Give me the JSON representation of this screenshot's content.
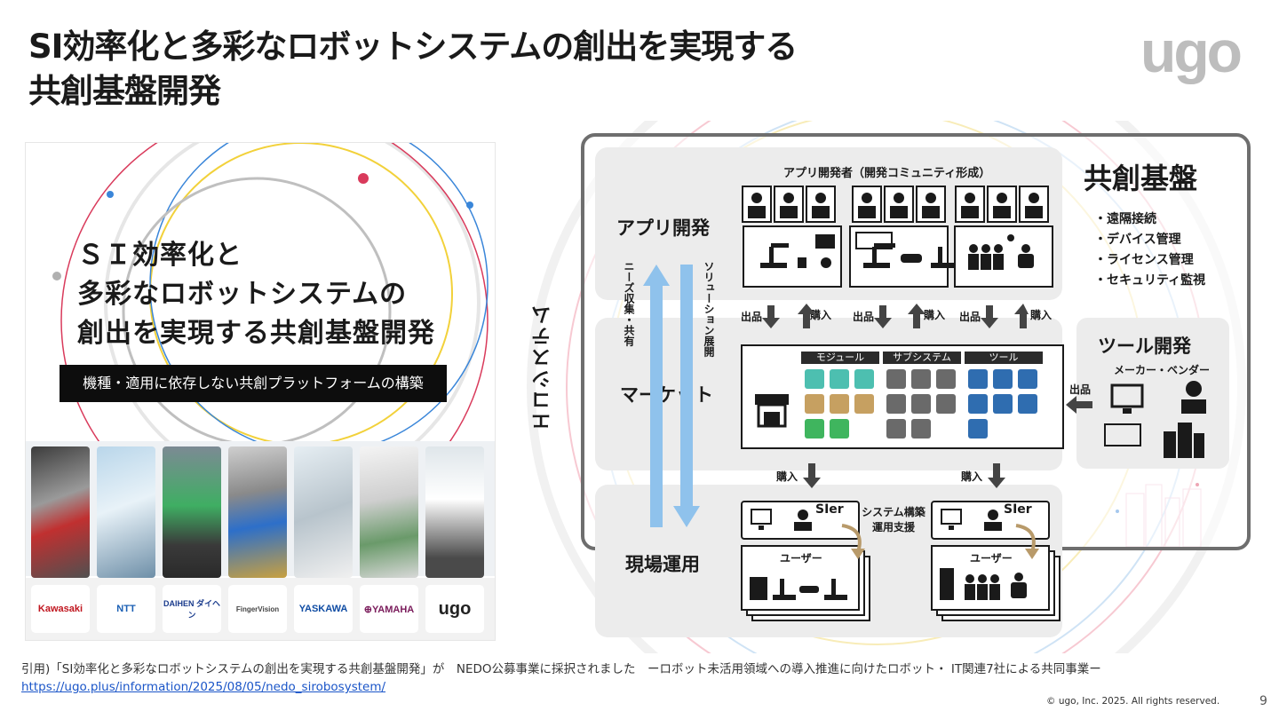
{
  "slide": {
    "title_line1": "SI効率化と多彩なロボットシステムの創出を実現する",
    "title_line2": "共創基盤開発",
    "logo": "ugo",
    "page_number": "9",
    "copyright": "© ugo, Inc. 2025. All rights reserved."
  },
  "left_panel": {
    "heading_line1": "ＳＩ効率化と",
    "heading_line2": "多彩なロボットシステムの",
    "heading_line3": "創出を実現する共創基盤開発",
    "subtitle": "機種・適用に依存しない共創プラットフォームの構築",
    "partner_logos": [
      "Kawasaki",
      "NTT",
      "DAIHEN ダイヘン",
      "FingerVision",
      "YASKAWA",
      "⊕YAMAHA",
      "ugo"
    ]
  },
  "diagram": {
    "ecosystem_label": "エコシステム",
    "kyoso_title": "共創基盤",
    "kyoso_items": [
      "・遠隔接続",
      "・デバイス管理",
      "・ライセンス管理",
      "・セキュリティ監視"
    ],
    "app_dev_label": "アプリ開発",
    "app_dev_header": "アプリ開発者（開発コミュニティ形成）",
    "needs_label": "ニーズ収集・共有",
    "solution_label": "ソリューション展開",
    "market_label": "マーケット",
    "field_label": "現場運用",
    "sell": "出品",
    "buy": "購入",
    "market_columns": [
      "モジュール",
      "サブシステム",
      "ツール"
    ],
    "tool_dev_label": "ツール開発",
    "tool_dev_sub": "メーカー・ベンダー",
    "sier": "SIer",
    "user": "ユーザー",
    "system_build_line1": "システム構築",
    "system_build_line2": "運用支援"
  },
  "citation": {
    "text": "引用)「SI効率化と多彩なロボットシステムの創出を実現する共創基盤開発」が　NEDO公募事業に採択されました　ーロボット未活用領域への導入推進に向けたロボット・ IT関連7社による共同事業ー",
    "link": "https://ugo.plus/information/2025/08/05/nedo_sirobosystem/"
  }
}
